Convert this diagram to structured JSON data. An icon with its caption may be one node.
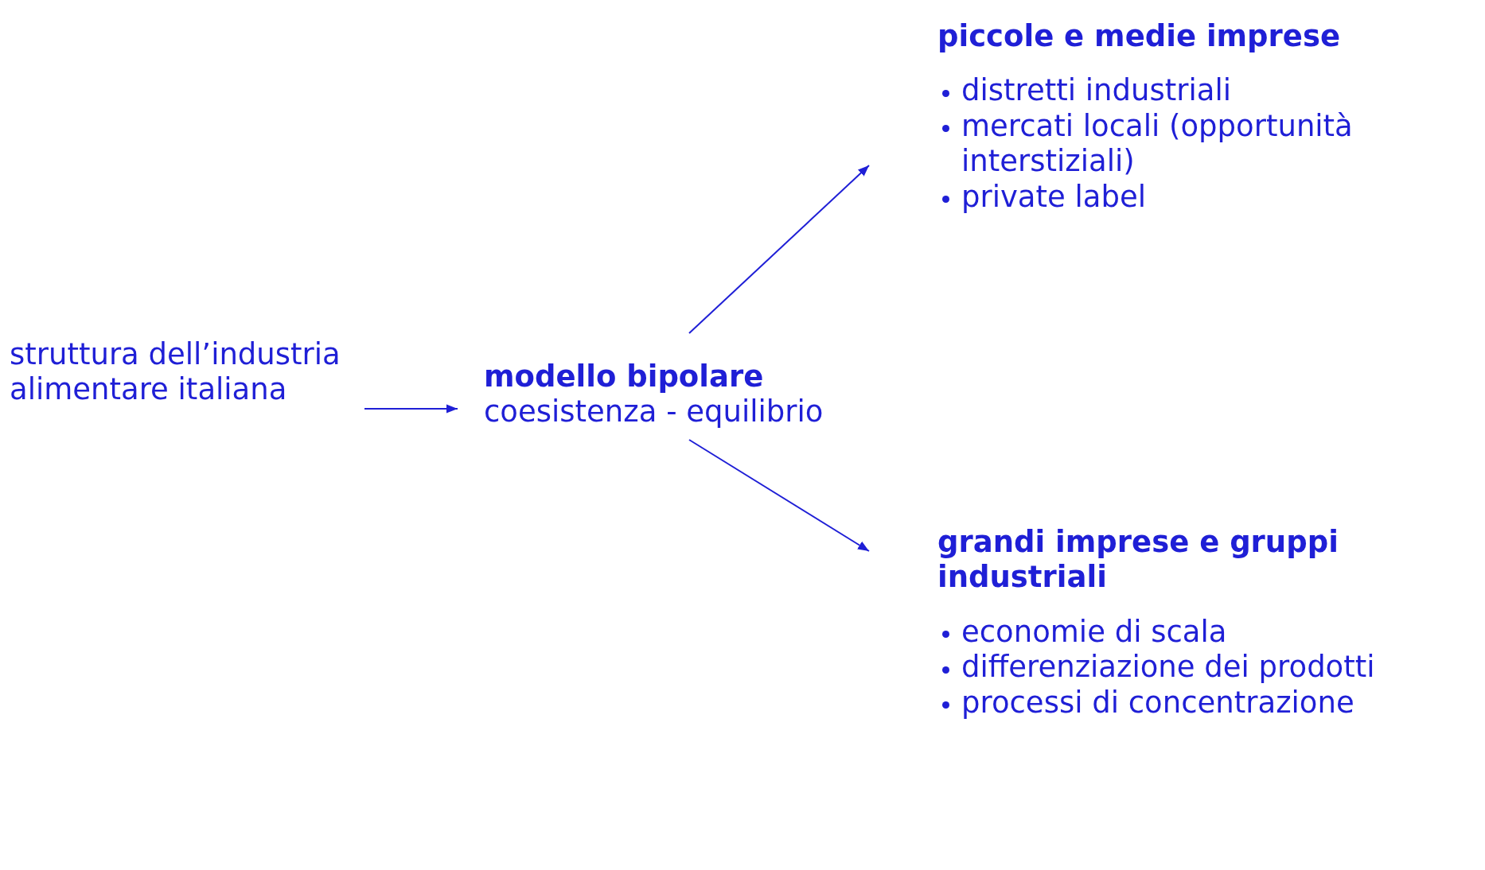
{
  "diagram": {
    "nodes": [
      {
        "text": [
          "struttura dell’industria alimentare italiana"
        ]
      },
      {
        "text": [
          "modello bipolare",
          "coesistenza - equilibrio"
        ]
      },
      {
        "text": [
          "piccole e medie imprese",
          "distretti industriali",
          "mercati locali (opportunità interstiziali)",
          "private label"
        ]
      },
      {
        "text": [
          "grandi imprese e gruppi industriali",
          "economie di scala",
          "differenziazione dei prodotti",
          "processi di concentrazione"
        ]
      }
    ],
    "edges": [
      {
        "from": 0,
        "to": 1,
        "arrow": "to"
      },
      {
        "from": 1,
        "to": 2,
        "arrow": "to"
      },
      {
        "from": 1,
        "to": 3,
        "arrow": "to"
      }
    ]
  }
}
